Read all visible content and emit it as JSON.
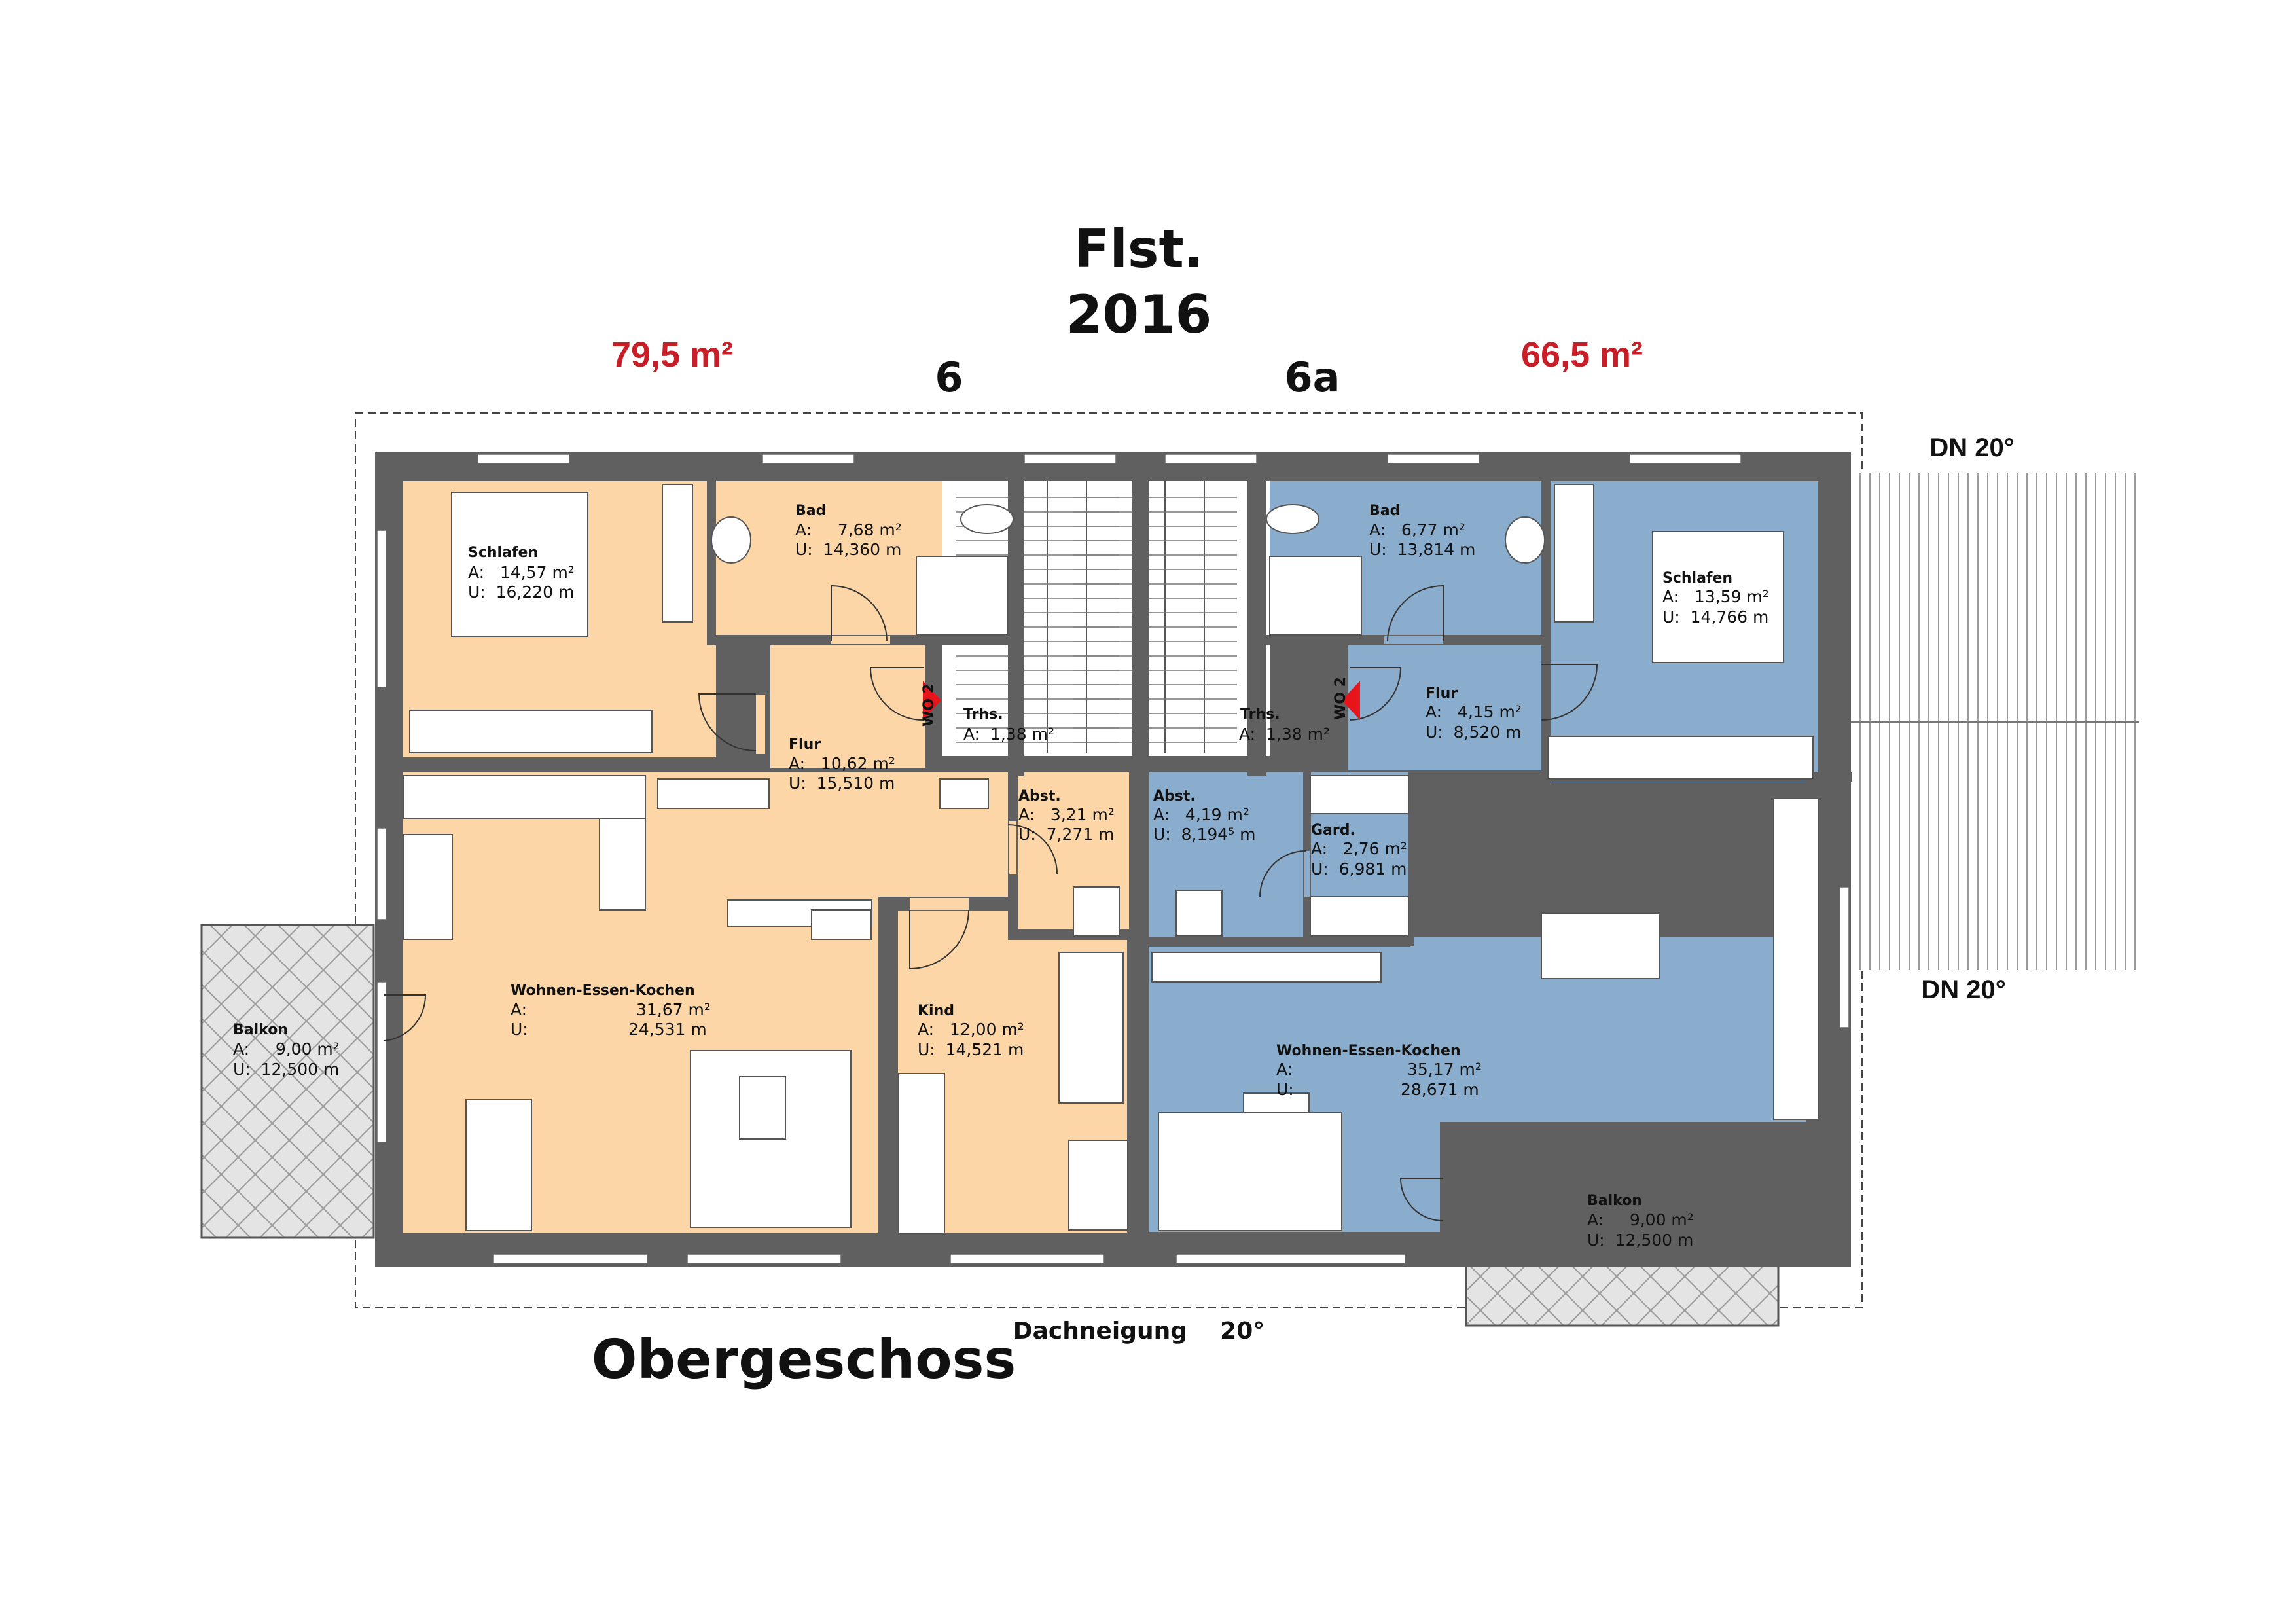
{
  "header": {
    "line1": "Flst.",
    "line2": "2016"
  },
  "units": [
    {
      "number": "6",
      "area": "79,5 m²"
    },
    {
      "number": "6a",
      "area": "66,5 m²"
    }
  ],
  "roof_labels": {
    "right_top": "DN 20°",
    "right_bottom": "DN 20°",
    "bottom": "Dachneigung    20°"
  },
  "floor_name": "Obergeschoss",
  "entrance_tag": "WO 2",
  "colors": {
    "unit6": "#fdd6a8",
    "unit6a": "#8aaccd",
    "wall": "#606060",
    "entrance_arrow": "#e8141c",
    "area_text": "#c81e28"
  },
  "rooms": {
    "schlafen6": {
      "name": "Schlafen",
      "area": "A:   14,57 m²",
      "perimeter": "U:  16,220 m"
    },
    "bad6": {
      "name": "Bad",
      "area": "A:     7,68 m²",
      "perimeter": "U:  14,360 m"
    },
    "flur6": {
      "name": "Flur",
      "area": "A:   10,62 m²",
      "perimeter": "U:  15,510 m"
    },
    "trhs6": {
      "name": "Trhs.",
      "area": "A:  1,38 m²"
    },
    "abst6": {
      "name": "Abst.",
      "area": "A:   3,21 m²",
      "perimeter": "U:  7,271 m"
    },
    "wek6": {
      "name": "Wohnen-Essen-Kochen",
      "area_label": "A:",
      "area": "31,67 m²",
      "perimeter_label": "U:",
      "perimeter": "24,531 m"
    },
    "kind6": {
      "name": "Kind",
      "area": "A:   12,00 m²",
      "perimeter": "U:  14,521 m"
    },
    "balkon6": {
      "name": "Balkon",
      "area": "A:     9,00 m²",
      "perimeter": "U:  12,500 m"
    },
    "bad6a": {
      "name": "Bad",
      "area": "A:   6,77 m²",
      "perimeter": "U:  13,814 m"
    },
    "schlafen6a": {
      "name": "Schlafen",
      "area": "A:   13,59 m²",
      "perimeter": "U:  14,766 m"
    },
    "trhs6a": {
      "name": "Trhs.",
      "area": "A:  1,38 m²"
    },
    "flur6a": {
      "name": "Flur",
      "area": "A:   4,15 m²",
      "perimeter": "U:  8,520 m"
    },
    "abst6a": {
      "name": "Abst.",
      "area": "A:   4,19 m²",
      "perimeter": "U:  8,194⁵ m"
    },
    "gard6a": {
      "name": "Gard.",
      "area": "A:   2,76 m²",
      "perimeter": "U:  6,981 m"
    },
    "wek6a": {
      "name": "Wohnen-Essen-Kochen",
      "area_label": "A:",
      "area": "35,17 m²",
      "perimeter_label": "U:",
      "perimeter": "28,671 m"
    },
    "balkon6a": {
      "name": "Balkon",
      "area": "A:     9,00 m²",
      "perimeter": "U:  12,500 m"
    }
  }
}
